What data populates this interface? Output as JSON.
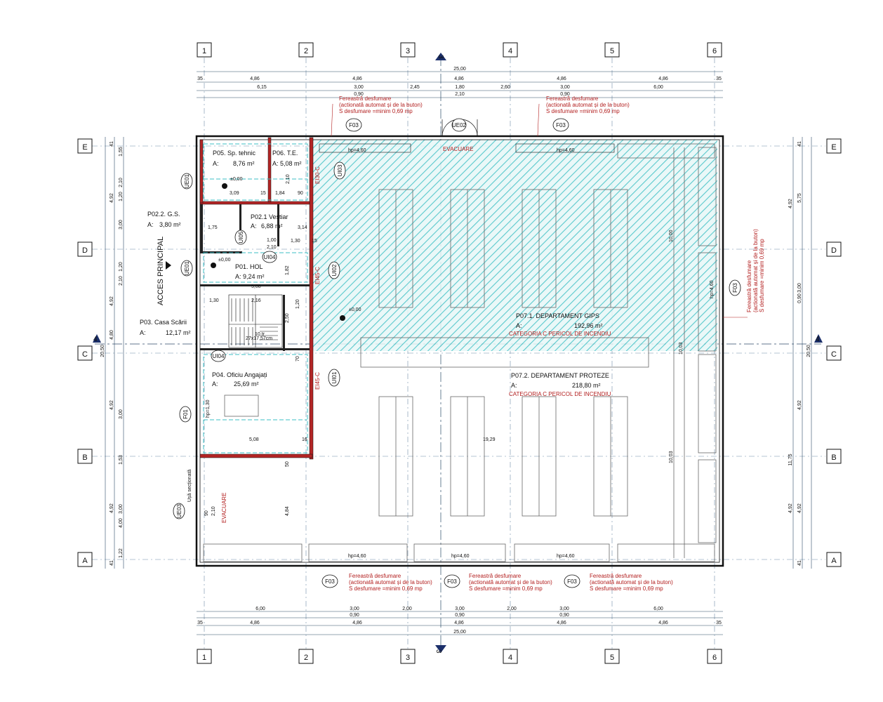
{
  "axes_numbers": [
    "1",
    "2",
    "3",
    "4",
    "5",
    "6"
  ],
  "axes_letters": [
    "E",
    "D",
    "C",
    "B",
    "A"
  ],
  "section_marker": "3",
  "section_marker_side": "4",
  "dims_top": {
    "total": "25,00",
    "row2": [
      "35",
      "4,86",
      "4,86",
      "4,86",
      "4,86",
      "4,86",
      "35"
    ],
    "row3": [
      "6,15",
      "3,00",
      "2,45",
      "1,80",
      "2,60",
      "3,00",
      "6,00"
    ],
    "row4": [
      "0,90",
      "2,10",
      "0,90"
    ]
  },
  "dims_bottom": {
    "row1": [
      "6,00",
      "3,00",
      "2,00",
      "3,00",
      "2,00",
      "3,00",
      "6,00"
    ],
    "row2": [
      "0,90",
      "0,90",
      "0,90"
    ],
    "row3": [
      "35",
      "4,86",
      "4,86",
      "4,86",
      "4,86",
      "4,86",
      "35"
    ],
    "total": "25,00"
  },
  "dims_left": {
    "col1": [
      "41",
      "4,92",
      "4,92",
      "4,80",
      "4,92",
      "4,92",
      "41"
    ],
    "col2": [
      "1,55",
      "2,10",
      "1,20",
      "3,00",
      "1,20",
      "2,10",
      "3,00",
      "1,53",
      "3,00",
      "4,00",
      "1,22"
    ],
    "total": "20,50"
  },
  "dims_right": {
    "col1": [
      "41",
      "5,75",
      "4,92",
      "3,00",
      "0,90",
      "4,92",
      "4,92",
      "41"
    ],
    "col2": [
      "4,92",
      "11,75",
      "4,92"
    ],
    "total": "20,50"
  },
  "rooms": {
    "p05": {
      "name": "P05. Sp. tehnic",
      "area_label": "A:",
      "area": "8,76 m²"
    },
    "p06": {
      "name": "P06. T.E.",
      "area_label": "A:",
      "area": "5,08 m²"
    },
    "p021": {
      "name": "P02.1 Vestiar",
      "area_label": "A:",
      "area": "6,88 m²"
    },
    "p022": {
      "name": "P02.2. G.S.",
      "area_label": "A:",
      "area": "3,80 m²"
    },
    "p01": {
      "name": "P01. HOL",
      "area_label": "A:",
      "area": "9,24 m²"
    },
    "p03": {
      "name": "P03. Casa Scării",
      "area_label": "A:",
      "area": "12,17 m²"
    },
    "p04": {
      "name": "P04. Oficiu Angajați",
      "area_label": "A:",
      "area": "25,69 m²"
    },
    "p071": {
      "name": "P07.1. DEPARTAMENT GIPS",
      "area_label": "A:",
      "area": "192,96 m²",
      "category": "CATEGORIA C PERICOL DE INCENDIU"
    },
    "p072": {
      "name": "P07.2. DEPARTAMENT PROTEZE",
      "area_label": "A:",
      "area": "218,80 m²",
      "category": "CATEGORIA C PERICOL DE INCENDIU"
    }
  },
  "labels": {
    "acces_principal": "ACCES PRINCIPAL",
    "evacuare": "EVACUARE",
    "usa_sectionala": "Ușă secționată",
    "level_zero": "±0,00",
    "hp_460": "hp=4,60",
    "hp_130": "hp=1,30",
    "stairs_steps": "10 tr",
    "stairs_size": "27x17,57cm"
  },
  "smoke_vent_note": [
    "Fereastră desfumare",
    "(actionată automat și de la buton)",
    "S desfumare =minim 0,69 mp"
  ],
  "bubbles": {
    "f03": "F03",
    "f01": "F01",
    "ue01": "UE01",
    "ue02": "UE02",
    "ue03": "UE03",
    "ui03": "UI03",
    "ui02": "UI02",
    "ui01": "UI01",
    "ui04": "UI04",
    "ui05": "UI05",
    "ei30": "EI30-C",
    "ei45": "EI45-C"
  },
  "interior_dims": {
    "d309": "3,09",
    "d15a": "15",
    "d184": "1,84",
    "d90a": "90",
    "d210a": "2,10",
    "d100a": "1,00",
    "d210b": "2,10",
    "d130a": "1,30",
    "d15b": "15",
    "d508a": "5,08",
    "d130b": "1,30",
    "d216": "2,16",
    "d508b": "5,08",
    "d1929": "19,29",
    "d1000": "10,00",
    "d1003a": "10,03",
    "d1003b": "10,03",
    "d484": "4,84",
    "d250": "2,50",
    "d120": "1,20",
    "d50": "50",
    "d175": "1,75",
    "d314": "3,14",
    "d182": "1,82",
    "d90b": "90",
    "d210c": "2,10",
    "d70": "70",
    "d16": "16"
  },
  "colors": {
    "wall_fire": "#b32525",
    "hatch": "#3dbfc4",
    "grid": "#6f8ea8",
    "dim": "#2c4a67",
    "text_red": "#b32020"
  }
}
